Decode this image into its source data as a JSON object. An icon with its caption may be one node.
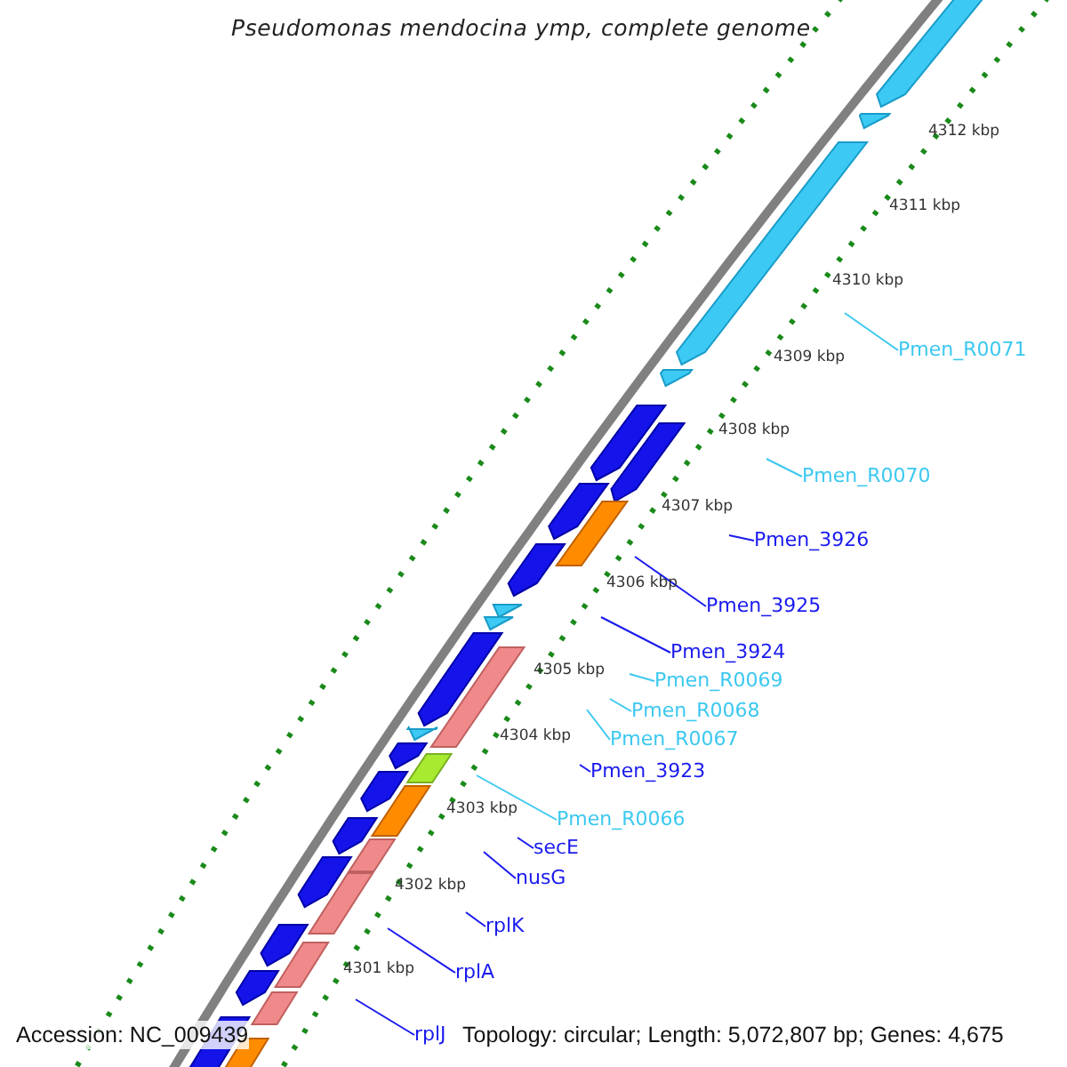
{
  "diagram": {
    "title": "Pseudomonas mendocina ymp, complete genome",
    "nodes": [
      {
        "text": [
          "Pmen_R0071"
        ]
      },
      {
        "text": [
          "Pmen_R0070"
        ]
      },
      {
        "text": [
          "Pmen_3926"
        ]
      },
      {
        "text": [
          "Pmen_3925"
        ]
      },
      {
        "text": [
          "Pmen_3924"
        ]
      },
      {
        "text": [
          "Pmen_R0069"
        ]
      },
      {
        "text": [
          "Pmen_R0068"
        ]
      },
      {
        "text": [
          "Pmen_R0067"
        ]
      },
      {
        "text": [
          "Pmen_3923"
        ]
      },
      {
        "text": [
          "Pmen_R0066"
        ]
      },
      {
        "text": [
          "secE"
        ]
      },
      {
        "text": [
          "nusG"
        ]
      },
      {
        "text": [
          "rplK"
        ]
      },
      {
        "text": [
          "rplA"
        ]
      },
      {
        "text": [
          "rplJ"
        ]
      }
    ],
    "edges": [
      {
        "from": 0,
        "to": null,
        "arrow": "none",
        "color": "#3cc8f0"
      },
      {
        "from": 1,
        "to": null,
        "arrow": "none",
        "color": "#3cc8f0"
      },
      {
        "from": 2,
        "to": null,
        "arrow": "none"
      },
      {
        "from": 3,
        "to": null,
        "arrow": "none"
      },
      {
        "from": 4,
        "to": null,
        "arrow": "none"
      },
      {
        "from": 5,
        "to": null,
        "arrow": "none",
        "color": "#3cc8f0"
      },
      {
        "from": 6,
        "to": null,
        "arrow": "none",
        "color": "#3cc8f0"
      },
      {
        "from": 7,
        "to": null,
        "arrow": "none",
        "color": "#3cc8f0"
      },
      {
        "from": 8,
        "to": null,
        "arrow": "none"
      },
      {
        "from": 9,
        "to": null,
        "arrow": "none",
        "color": "#3cc8f0"
      },
      {
        "from": 10,
        "to": null,
        "arrow": "none"
      },
      {
        "from": 11,
        "to": null,
        "arrow": "none"
      },
      {
        "from": 12,
        "to": null,
        "arrow": "none"
      },
      {
        "from": 13,
        "to": null,
        "arrow": "none"
      },
      {
        "from": 14,
        "to": null,
        "arrow": "none"
      }
    ],
    "labels": [
      "4312 kbp",
      "4311 kbp",
      "4310 kbp",
      "4309 kbp",
      "4308 kbp",
      "4307 kbp",
      "4306 kbp",
      "4305 kbp",
      "4304 kbp",
      "4303 kbp",
      "4302 kbp",
      "4301 kbp",
      "Accession: NC_009439",
      "Topology: circular; Length: 5,072,807 bp; Genes: 4,675"
    ]
  }
}
